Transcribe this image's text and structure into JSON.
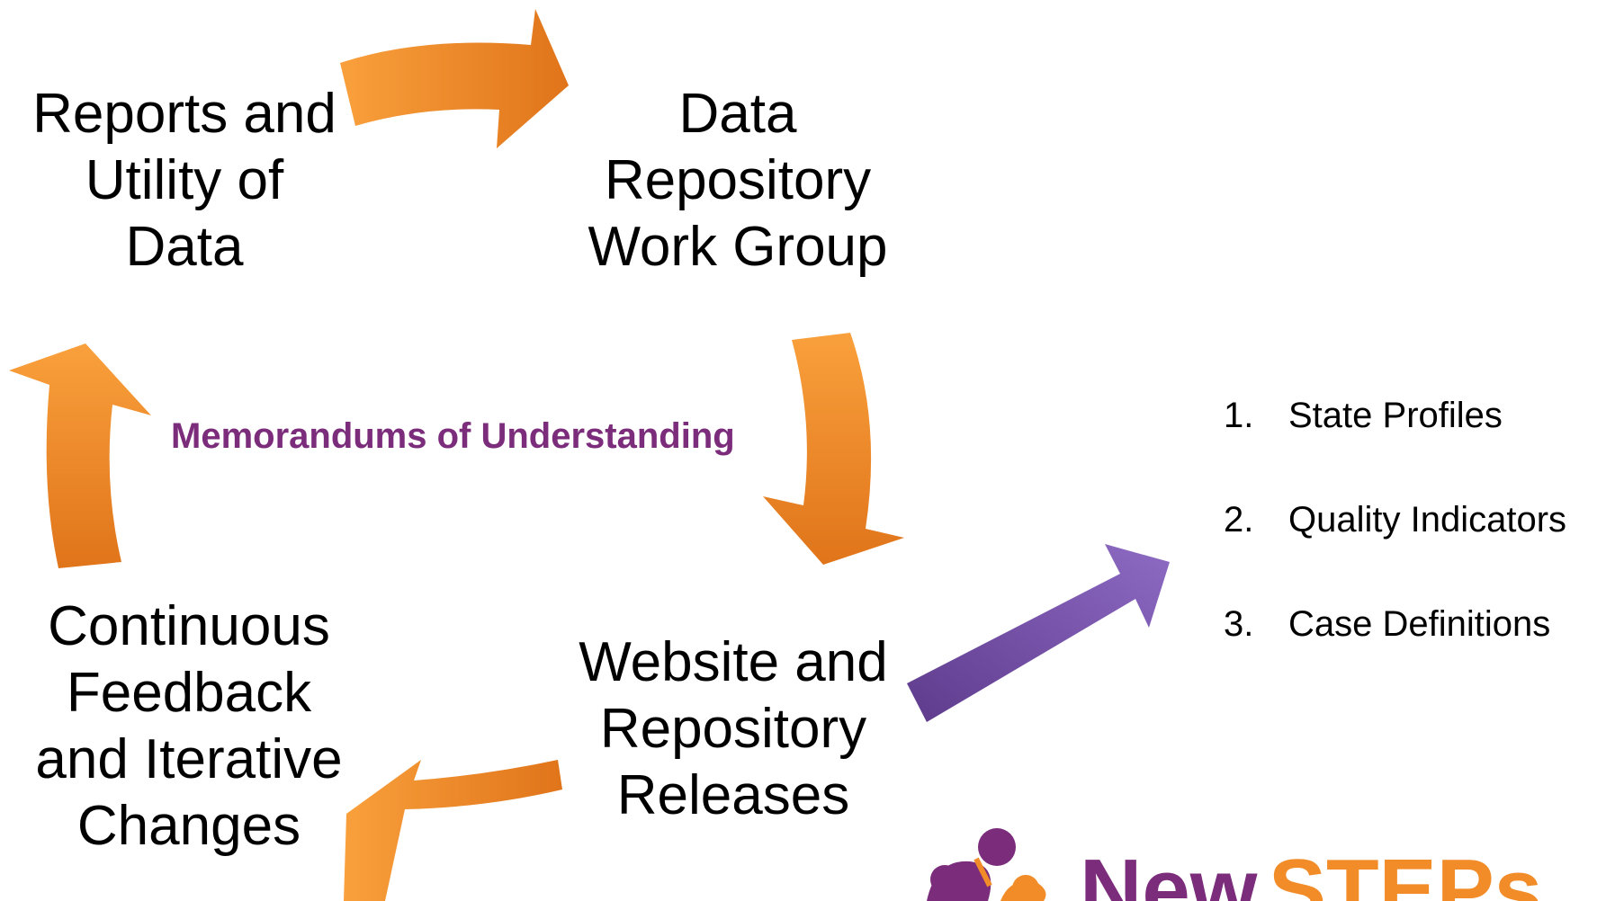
{
  "cycle": {
    "nodes": [
      {
        "id": "reports",
        "lines": [
          "Reports and",
          "Utility of",
          "Data"
        ]
      },
      {
        "id": "repo",
        "lines": [
          "Data",
          "Repository",
          "Work Group"
        ]
      },
      {
        "id": "website",
        "lines": [
          "Website and",
          "Repository",
          "Releases"
        ]
      },
      {
        "id": "feedback",
        "lines": [
          "Continuous",
          "Feedback",
          "and Iterative",
          "Changes"
        ]
      }
    ],
    "center_label": "Memorandums of Understanding",
    "center_label_color": "#7B2C7B",
    "arrow_color_light": "#F9A03C",
    "arrow_color_dark": "#E0741A"
  },
  "outputs": {
    "arrow_color_light": "#8E6BC4",
    "arrow_color_dark": "#5E3B8C",
    "items": [
      {
        "num": "1.",
        "label": "State Profiles"
      },
      {
        "num": "2.",
        "label": "Quality Indicators"
      },
      {
        "num": "3.",
        "label": "Case Definitions"
      }
    ]
  },
  "logo": {
    "text_new": "New",
    "text_steps": "STEPs",
    "color_purple": "#7B2C7B",
    "color_orange": "#F28C28"
  }
}
